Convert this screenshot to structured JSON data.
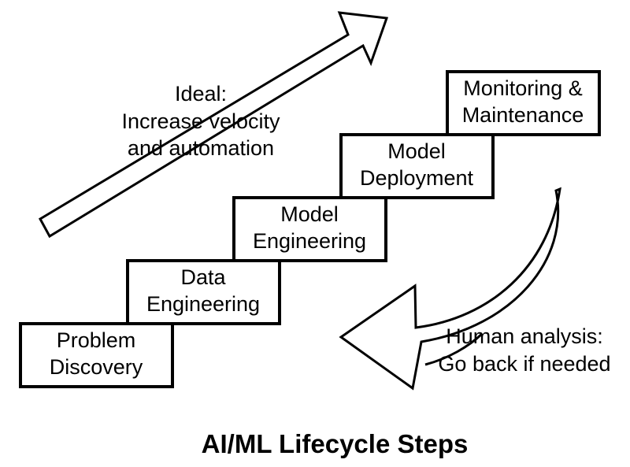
{
  "diagram": {
    "title": "AI/ML Lifecycle Steps",
    "steps": [
      {
        "line1": "Problem",
        "line2": "Discovery"
      },
      {
        "line1": "Data",
        "line2": "Engineering"
      },
      {
        "line1": "Model",
        "line2": "Engineering"
      },
      {
        "line1": "Model",
        "line2": "Deployment"
      },
      {
        "line1": "Monitoring &",
        "line2": "Maintenance"
      }
    ],
    "ideal_note": {
      "line1": "Ideal:",
      "line2": "Increase velocity",
      "line3": "and automation"
    },
    "feedback_note": {
      "line1": "Human analysis:",
      "line2": "Go back if needed"
    }
  }
}
